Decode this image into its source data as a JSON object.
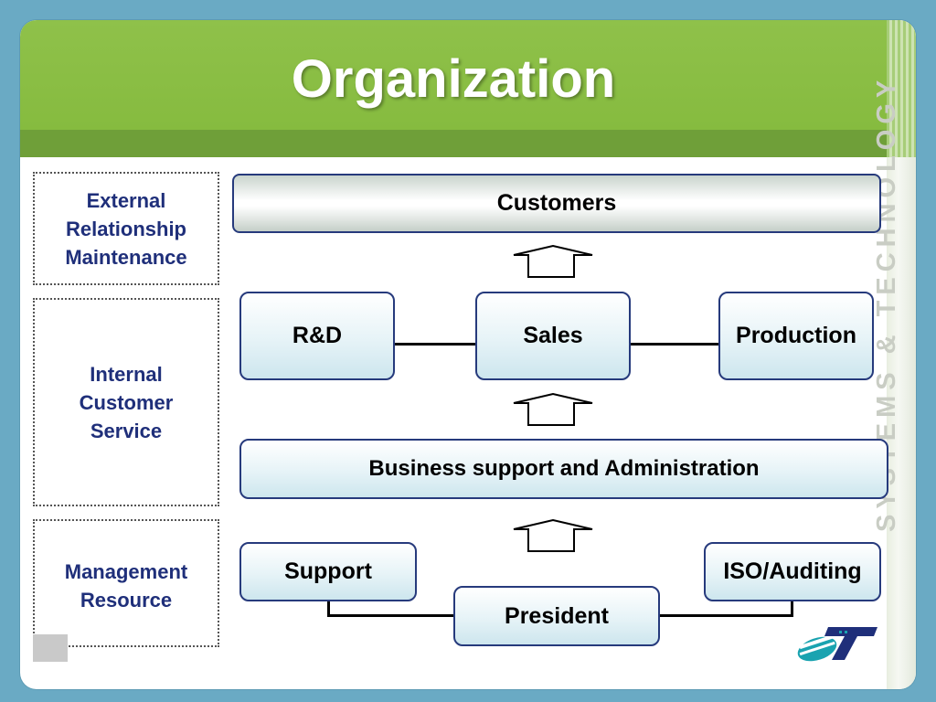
{
  "title": "Organization",
  "side_text": "SYSTEMS & TECHNOLOGY",
  "side_labels": [
    {
      "lines": [
        "External",
        "Relationship",
        "Maintenance"
      ]
    },
    {
      "lines": [
        "Internal",
        "Customer",
        "Service"
      ]
    },
    {
      "lines": [
        "Management",
        "Resource"
      ]
    }
  ],
  "nodes": {
    "customers": "Customers",
    "rnd": "R&D",
    "sales": "Sales",
    "production": "Production",
    "business_support": "Business support and Administration",
    "support": "Support",
    "iso": "ISO/Auditing",
    "president": "President"
  },
  "colors": {
    "header_green": "#8fc14a",
    "label_text": "#1f2f7a",
    "node_border": "#263a7c",
    "logo_teal": "#1aa3b0",
    "logo_navy": "#1f2f7a"
  }
}
